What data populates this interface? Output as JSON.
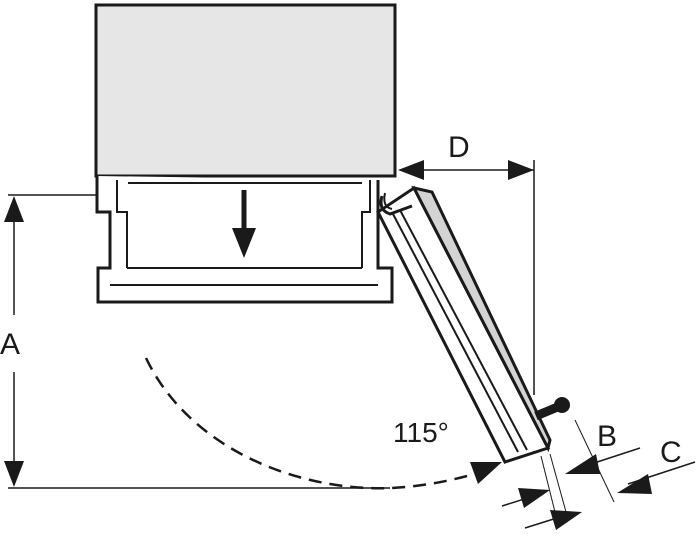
{
  "labels": {
    "dimension_a": "A",
    "dimension_b": "B",
    "dimension_c": "C",
    "dimension_d": "D",
    "opening_angle": "115°"
  },
  "colors": {
    "stroke": "#1a1a1a",
    "appliance_fill": "#e6e6e6",
    "door_fill": "#d4d4d4",
    "background": "#ffffff"
  },
  "icons": {
    "drawer_arrow": "arrow-down-icon",
    "door_handle": "handle-knob-icon"
  }
}
